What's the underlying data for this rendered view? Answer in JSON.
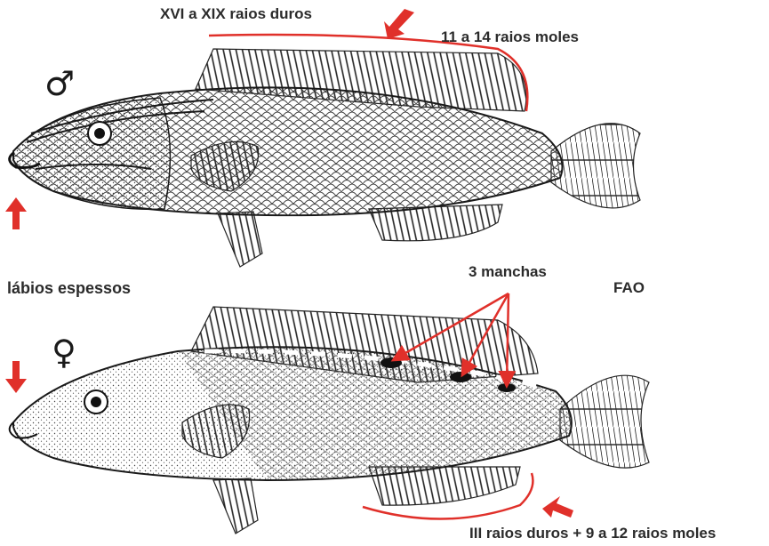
{
  "male": {
    "symbol": "♂",
    "dorsal_spines_label": "XVI a XIX raios duros",
    "dorsal_soft_label": "11 a 14 raios moles"
  },
  "female": {
    "symbol": "♀",
    "spots_label": "3 manchas",
    "anal_fin_label": "III raios duros + 9 a 12 raios moles"
  },
  "lips_label": "lábios espessos",
  "credit": "FAO",
  "colors": {
    "accent": "#e0302a",
    "ink": "#1a1a1a",
    "text": "#2b2b2b"
  }
}
